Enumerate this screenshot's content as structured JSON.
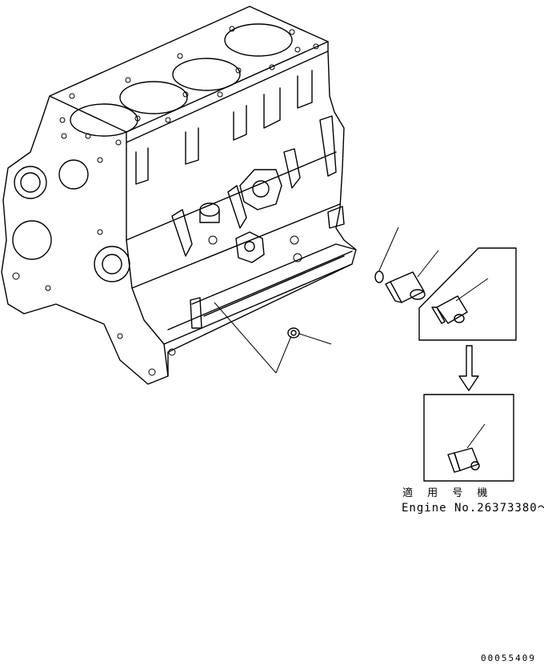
{
  "diagram": {
    "applicable_label": "適 用 号 機",
    "engine_number_label": "Engine No.26373380～",
    "drawing_number": "00055409"
  }
}
